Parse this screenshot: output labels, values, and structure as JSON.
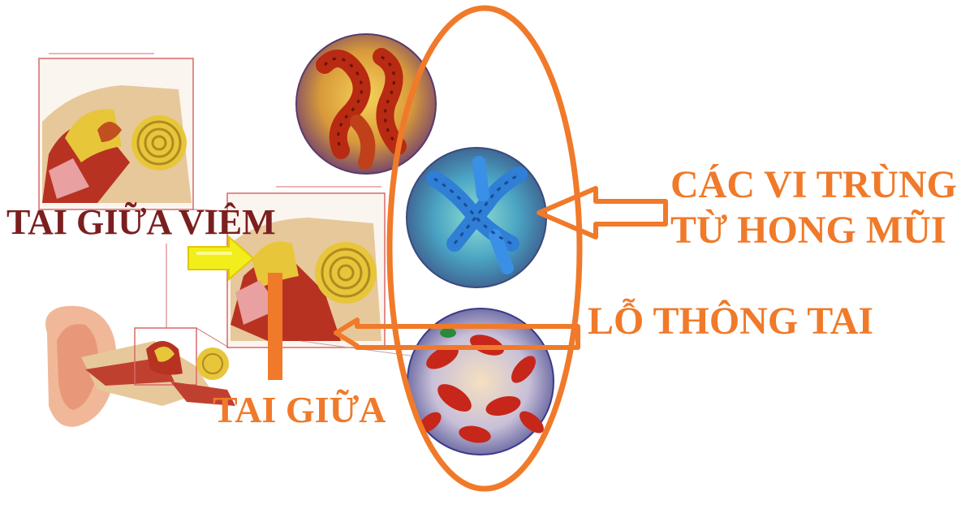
{
  "colors": {
    "orange": "#f07a2a",
    "dark_red": "#7a1f1f",
    "yellow": "#f2ee1c",
    "skin": "#e7c89a",
    "bone_yellow": "#e7c63a",
    "tissue_red": "#b83222",
    "panel_border": "#d9686a",
    "microbe_red": "#b82a12",
    "microbe_blue": "#2f7fd6",
    "microbe_cell": "#c7261a"
  },
  "labels": {
    "tai_giua_viem": "TAI GIỮA VIÊM",
    "vi_trung_line1": "CÁC VI TRÙNG",
    "vi_trung_line2": "TỪ HONG MŨI",
    "lo_thong_tai": "LỖ THÔNG TAI",
    "tai_giua": "TAI GIỮA"
  },
  "icons": {
    "ear_panel_top": "ear-cross-section-icon",
    "ear_panel_middle": "ear-cross-section-icon",
    "ear_panel_bottom": "outer-ear-icon",
    "microbe_top": "bacteria-icon",
    "microbe_middle": "virus-icon",
    "microbe_bottom": "blood-cells-icon"
  }
}
